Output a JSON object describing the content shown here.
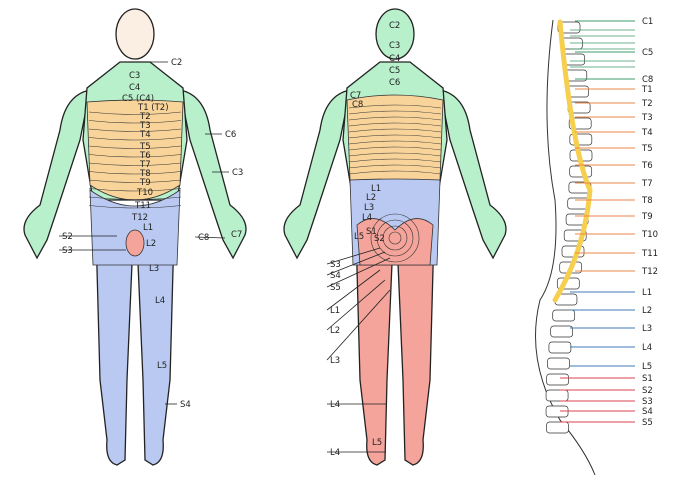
{
  "colors": {
    "cervical": "#b8f0cc",
    "thoracic": "#f9d49a",
    "lumbar": "#b9c9f2",
    "sacral": "#f4a49a",
    "cord": "#f7cf4f",
    "cervical_line": "#3d9a6a",
    "thoracic_line": "#e8874a",
    "lumbar_line": "#3f78b5",
    "sacral_line": "#d9434f"
  },
  "front_labels": [
    "C2",
    "C3",
    "C4",
    "C5 (C4)",
    "T1 (T2)",
    "T2",
    "T3",
    "T4",
    "T5",
    "T6",
    "T7",
    "T8",
    "T9",
    "T10",
    "T11",
    "T12",
    "L1",
    "L2",
    "L3",
    "L4",
    "L5",
    "S4",
    "S2",
    "S3",
    "C6",
    "C3",
    "C8",
    "C7"
  ],
  "back_labels": [
    "C2",
    "C3",
    "C4",
    "C5",
    "C6",
    "C7",
    "C8",
    "L1",
    "L2",
    "L3",
    "L4",
    "L5",
    "S1",
    "S2",
    "S3",
    "S4",
    "S5",
    "L1",
    "L2",
    "L3",
    "L4",
    "L5",
    "L4"
  ],
  "spine_labels": [
    "C1",
    "C5",
    "C8",
    "T1",
    "T2",
    "T3",
    "T4",
    "T5",
    "T6",
    "T7",
    "T8",
    "T9",
    "T10",
    "T11",
    "T12",
    "L1",
    "L2",
    "L3",
    "L4",
    "L5",
    "S1",
    "S2",
    "S3",
    "S4",
    "S5"
  ]
}
